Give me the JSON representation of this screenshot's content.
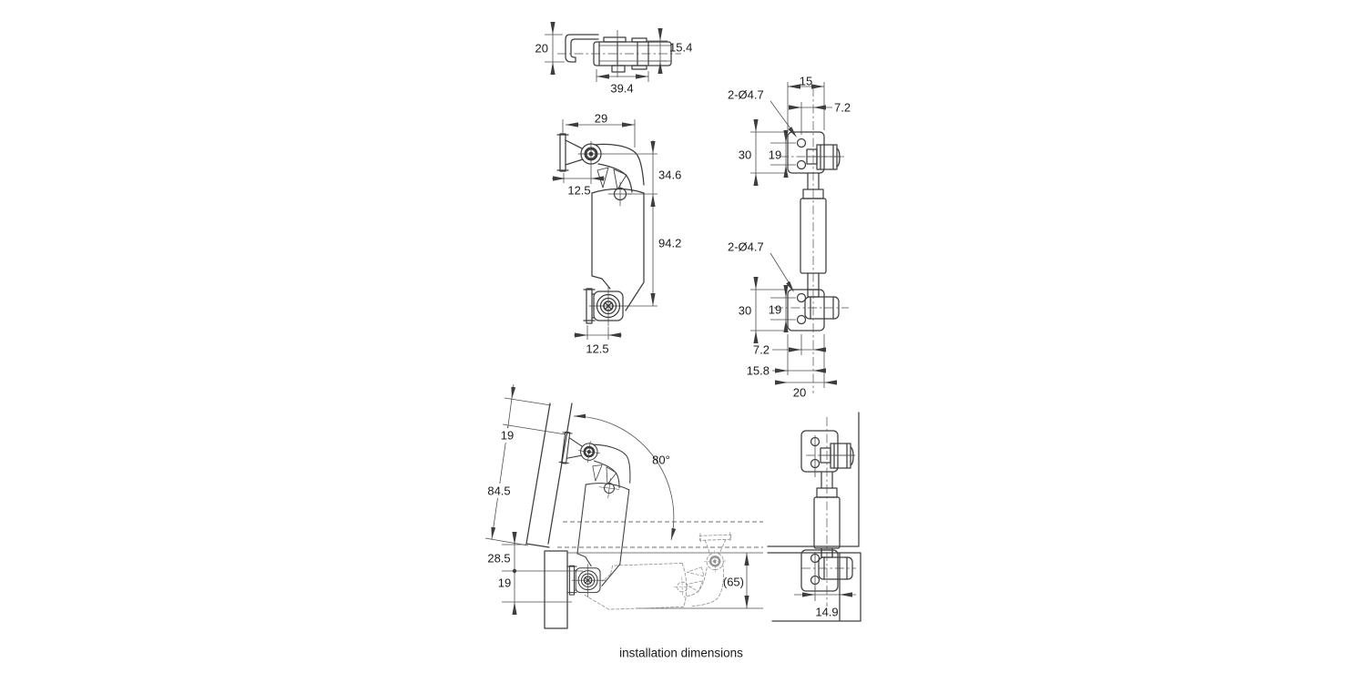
{
  "caption": "installation dimensions",
  "colors": {
    "line": "#3d3d3d",
    "dim_line": "#4f4f4f",
    "text": "#1c1c1c",
    "ghost_dashed": "#939393",
    "background": "#ffffff"
  },
  "views": {
    "top_view": {
      "dims": [
        "20",
        "15.4",
        "39.4"
      ]
    },
    "side_view": {
      "dims": [
        "29",
        "12.5",
        "34.6",
        "94.2",
        "12.5"
      ]
    },
    "front_view": {
      "dims": [
        "15",
        "2-Ø4.7",
        "7.2",
        "30",
        "19",
        "2-Ø4.7",
        "30",
        "19",
        "7.2",
        "15.8",
        "20"
      ]
    },
    "install_side_view": {
      "dims": [
        "19",
        "84.5",
        "80°",
        "28.5",
        "19",
        "(65)"
      ]
    },
    "install_front_view": {
      "dims": [
        "14.9"
      ]
    }
  }
}
